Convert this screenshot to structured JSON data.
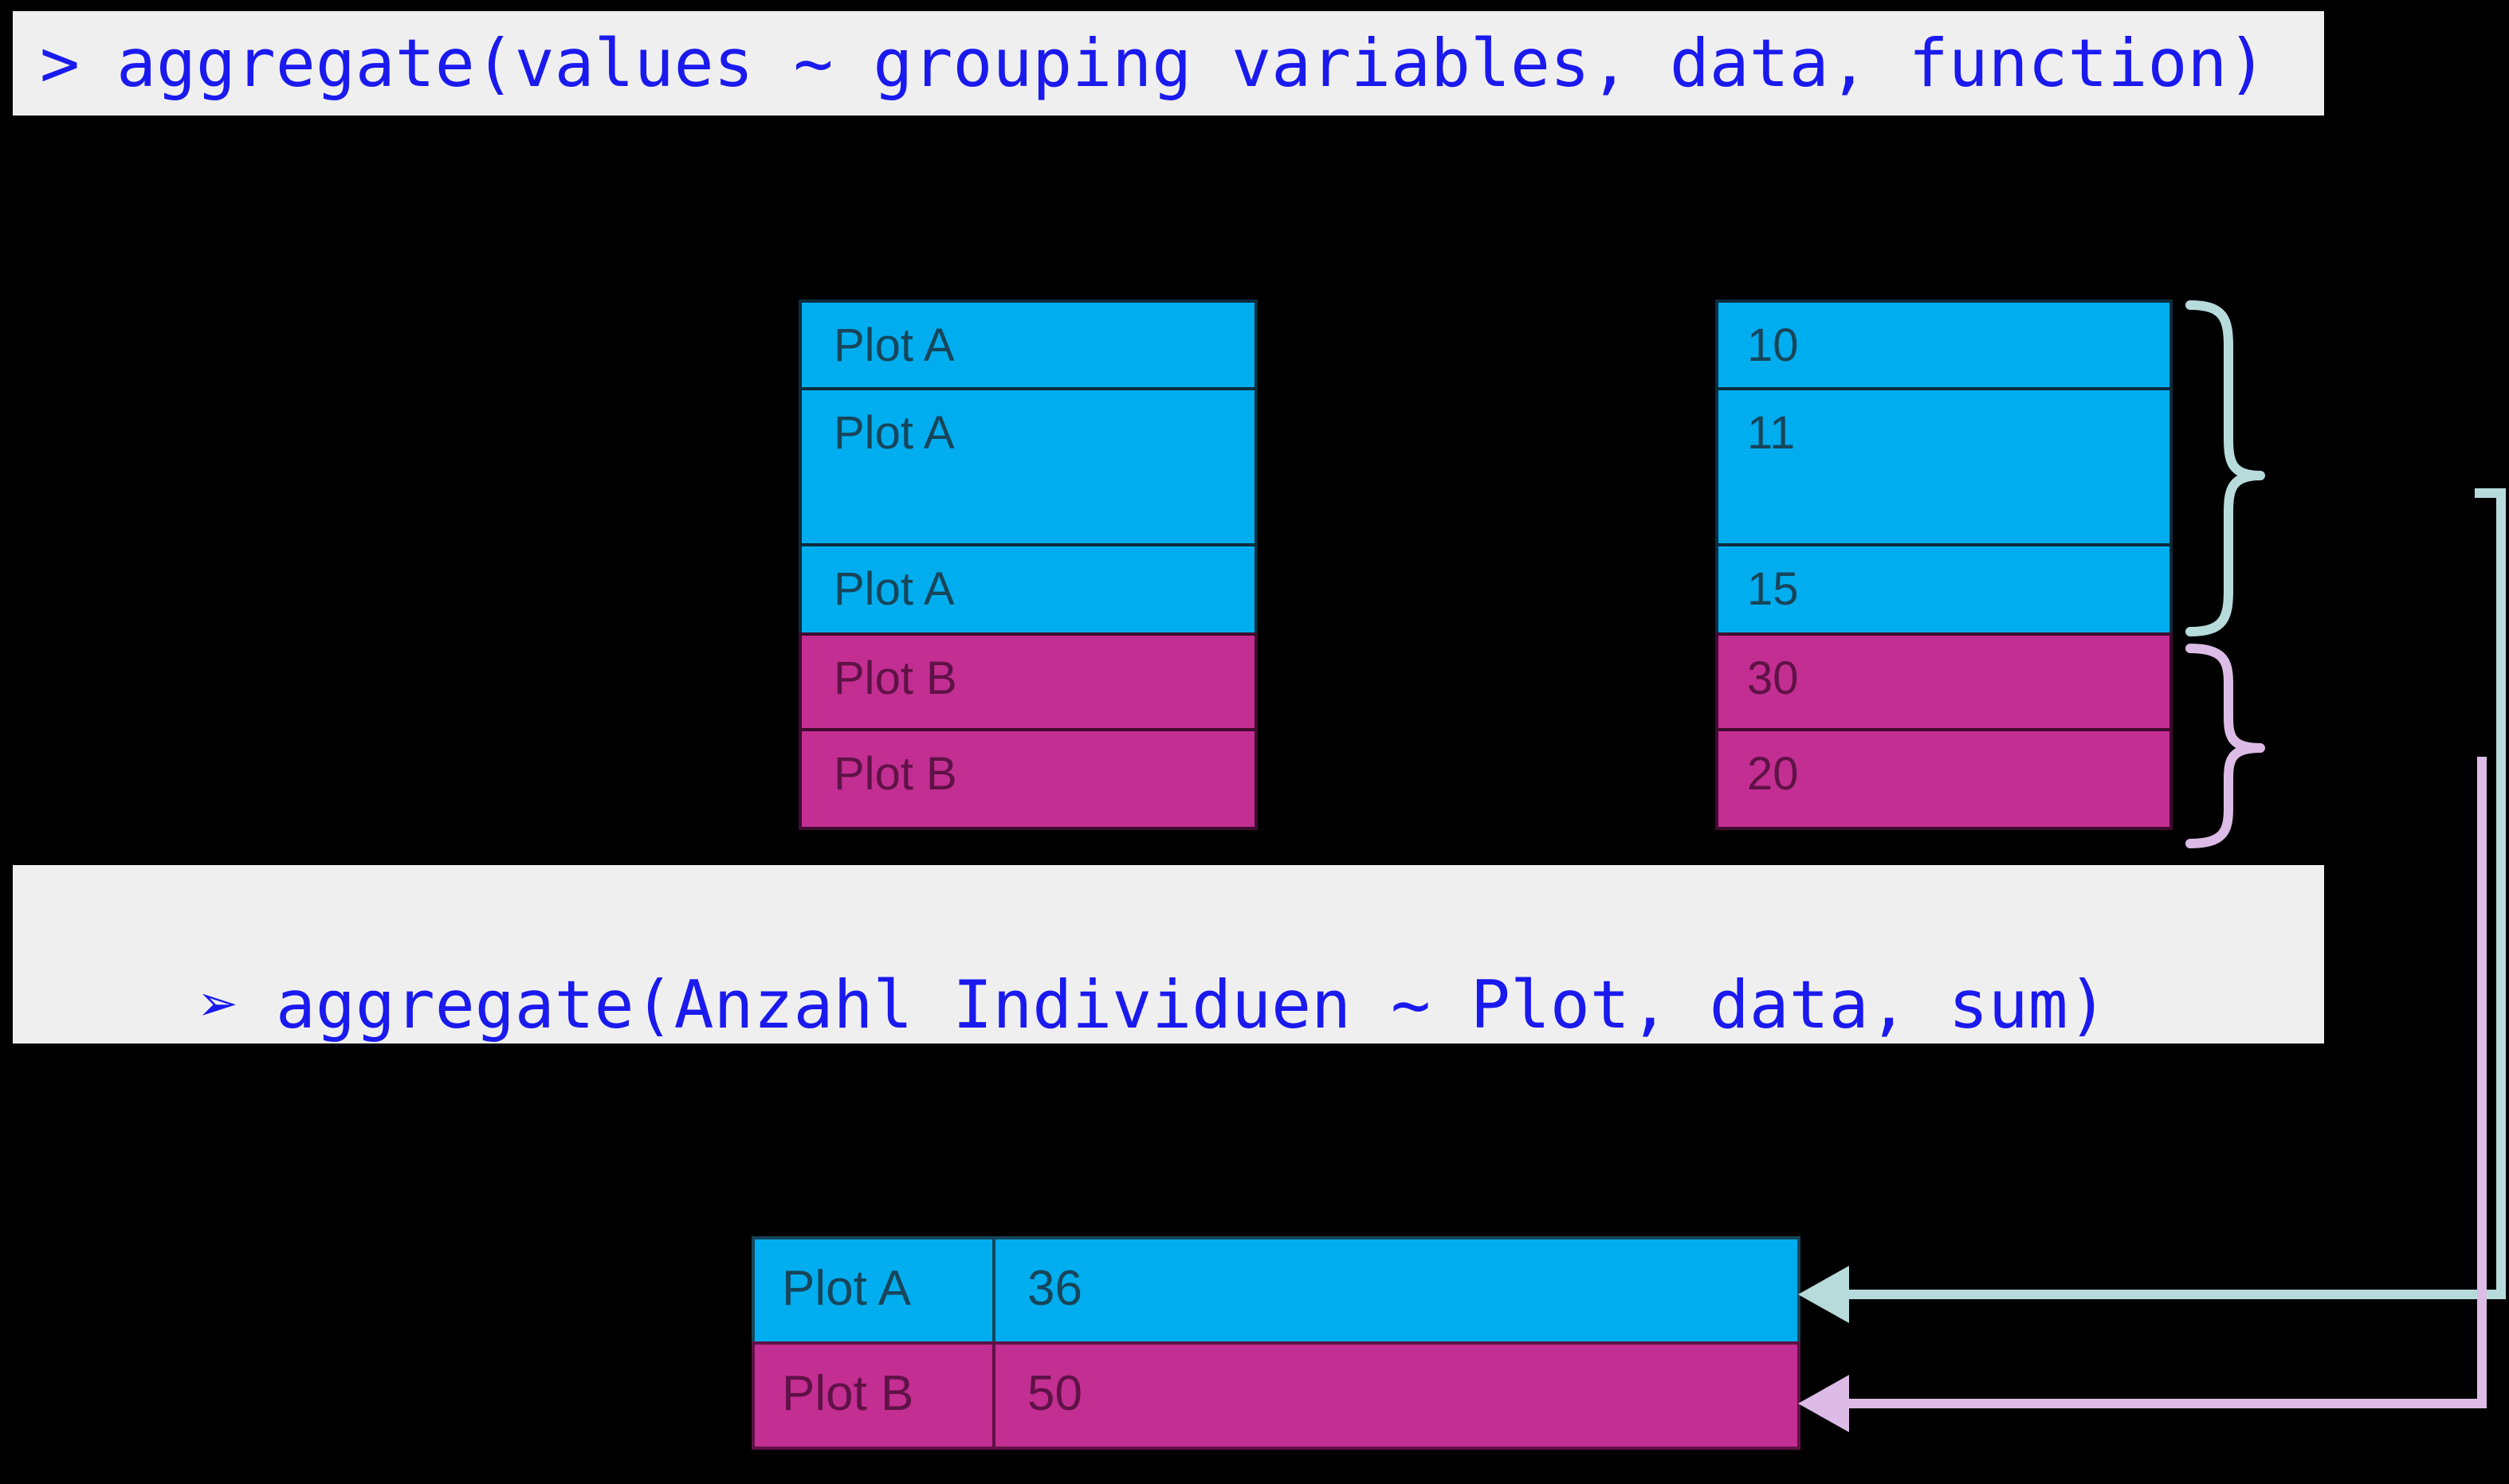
{
  "colors": {
    "canvas_bg": "#000000",
    "code_bar_bg": "#F0EFEF",
    "code_text": "#1A1AEE",
    "cyan_fill": "#00AEEF",
    "cyan_text": "#17455A",
    "cyan_border": "#0B2C3D",
    "magenta_fill": "#C32E92",
    "magenta_text": "#5E1246",
    "magenta_border": "#3F0B2F",
    "brace_teal": "#B7DBDA",
    "brace_pink": "#DCBCE6"
  },
  "code_bar_top": {
    "prompt": ">",
    "code": "aggregate(values ~ grouping variables, data, function)"
  },
  "code_bar_middle": {
    "prompt": "➢",
    "code": "aggregate(Anzahl Individuen ~ Plot, data, sum)"
  },
  "source_table": {
    "rows": [
      {
        "plot": "Plot A",
        "value": "10",
        "group": "A"
      },
      {
        "plot": "Plot A",
        "value": "11",
        "group": "A"
      },
      {
        "plot": "Plot A",
        "value": "15",
        "group": "A"
      },
      {
        "plot": "Plot B",
        "value": "30",
        "group": "B"
      },
      {
        "plot": "Plot B",
        "value": "20",
        "group": "B"
      }
    ]
  },
  "result_table": {
    "rows": [
      {
        "plot": "Plot A",
        "value": "36",
        "group": "A"
      },
      {
        "plot": "Plot B",
        "value": "50",
        "group": "B"
      }
    ]
  }
}
